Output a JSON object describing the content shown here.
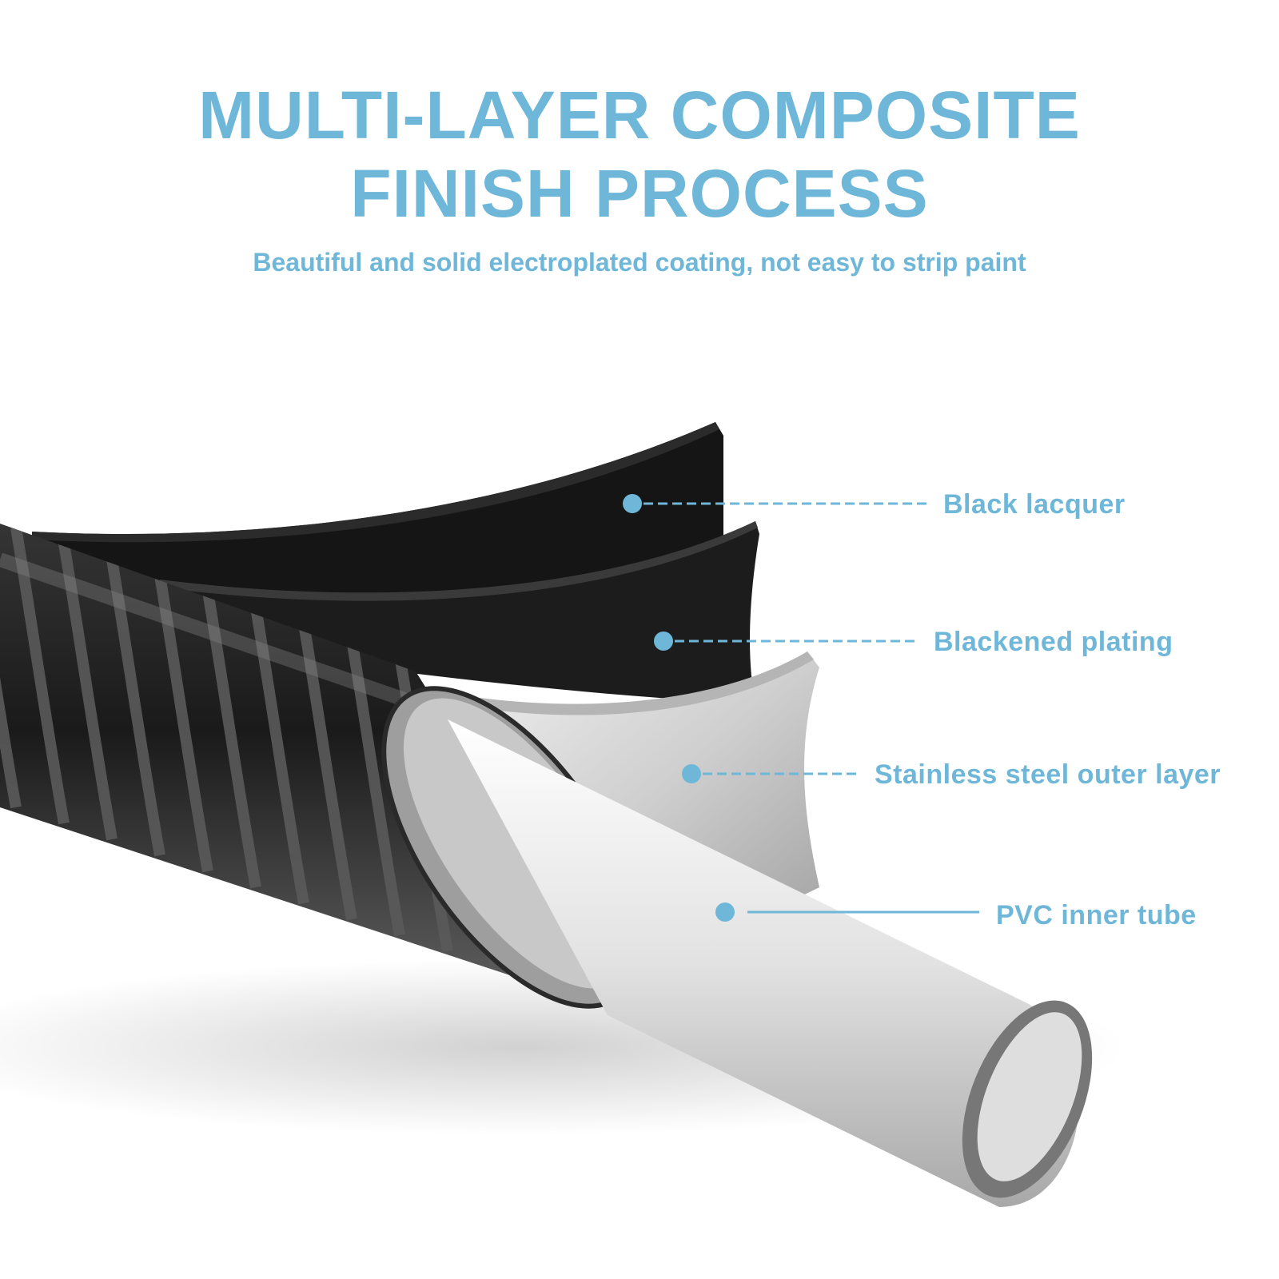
{
  "title": {
    "line1": "MULTI-LAYER COMPOSITE",
    "line2": "FINISH PROCESS"
  },
  "subtitle": "Beautiful and solid electroplated coating, not easy to strip paint",
  "accent_color": "#6fb7d8",
  "layers": [
    {
      "label": "Black lacquer"
    },
    {
      "label": "Blackened plating"
    },
    {
      "label": "Stainless steel outer layer"
    },
    {
      "label": "PVC inner tube"
    }
  ]
}
